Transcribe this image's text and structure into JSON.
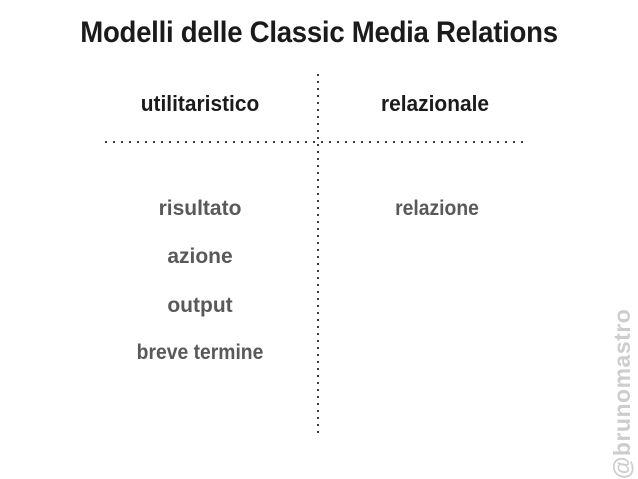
{
  "slide": {
    "title": "Modelli delle Classic Media Relations",
    "watermark": "@brunomastro",
    "matrix": {
      "left_column": {
        "header": "utilitaristico",
        "items": [
          "risultato",
          "azione",
          "output",
          "breve termine"
        ]
      },
      "right_column": {
        "header": "relazionale",
        "items": [
          "relazione"
        ]
      }
    },
    "colors": {
      "heading": "#1b1b1b",
      "item_text": "#595959",
      "dotted_line": "#3f3f3f",
      "watermark": "#cdcdcd",
      "background": "#ffffff"
    }
  }
}
